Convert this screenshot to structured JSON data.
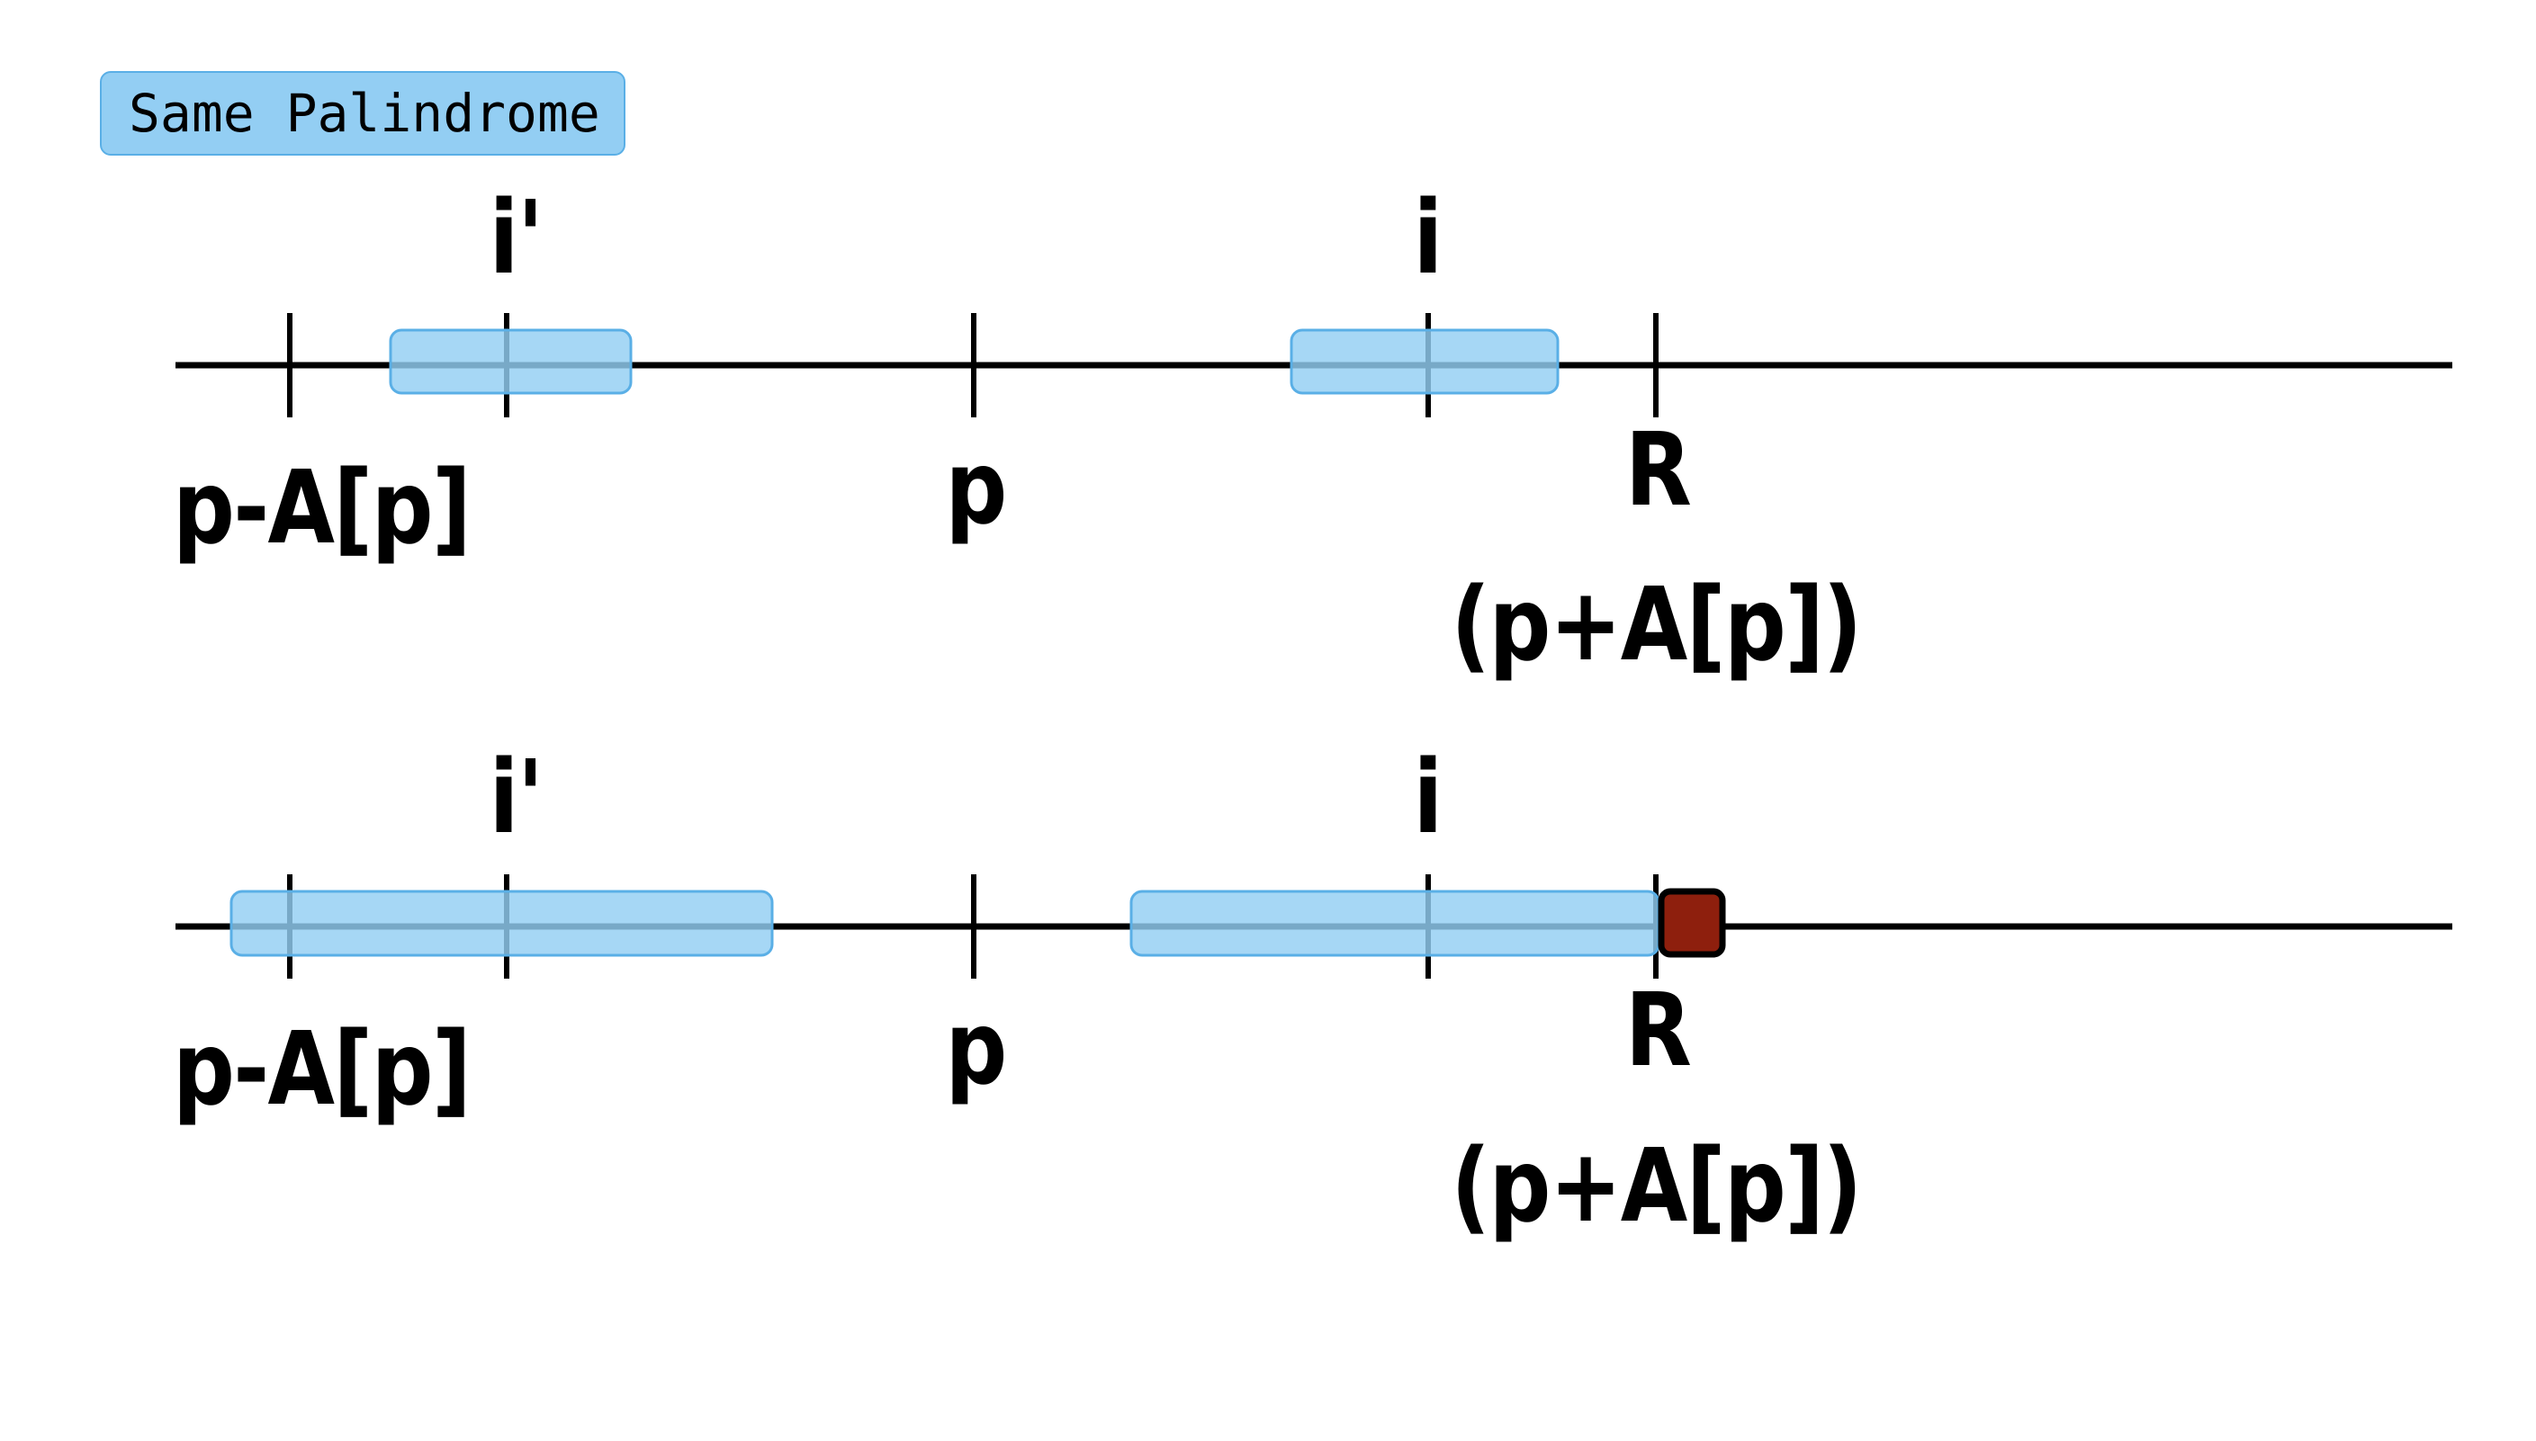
{
  "legend": {
    "label": "Same Palindrome",
    "color": "#93CEF3",
    "border_color": "#5AAFE6"
  },
  "colors": {
    "axis": "#000000",
    "palindrome_fill": "#93CEF3",
    "palindrome_border": "#5AAFE6",
    "overlap_line": "#2E6A8E",
    "marker_fill": "#8E1F0D",
    "marker_border": "#000000"
  },
  "diagrams": [
    {
      "name": "case-inside",
      "markers_above": [
        {
          "id": "i_prime",
          "label": "i'"
        },
        {
          "id": "i",
          "label": "i"
        }
      ],
      "markers_below": [
        {
          "id": "left_bound",
          "label": "p-A[p]"
        },
        {
          "id": "center",
          "label": "p"
        },
        {
          "id": "right_bound",
          "label": "R",
          "sub_label": "(p+A[p])"
        }
      ],
      "palindromes": [
        {
          "around": "i_prime",
          "from": 0.2,
          "to": 0.75
        },
        {
          "around": "i",
          "from": 1.9,
          "to": 3.0
        }
      ],
      "has_overflow_marker": false
    },
    {
      "name": "case-reaching-boundary",
      "markers_above": [
        {
          "id": "i_prime",
          "label": "i'"
        },
        {
          "id": "i",
          "label": "i"
        }
      ],
      "markers_below": [
        {
          "id": "left_bound",
          "label": "p-A[p]"
        },
        {
          "id": "center",
          "label": "p"
        },
        {
          "id": "right_bound",
          "label": "R",
          "sub_label": "(p+A[p])"
        }
      ],
      "palindromes": [
        {
          "around": "i_prime",
          "from": -0.5,
          "to": 1.5
        },
        {
          "around": "i",
          "from": 1.6,
          "to": 3.5
        }
      ],
      "has_overflow_marker": true,
      "overflow_marker": "beyond-R"
    }
  ]
}
